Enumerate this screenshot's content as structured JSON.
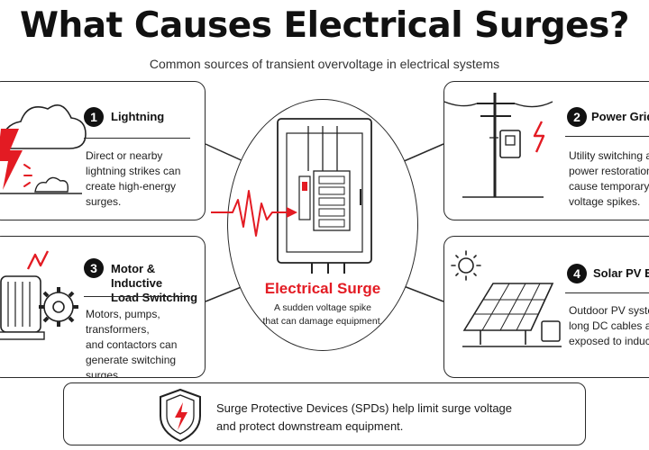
{
  "header": {
    "title": "What Causes Electrical Surges?",
    "subtitle": "Common sources of transient overvoltage in electrical systems"
  },
  "cards": [
    {
      "number": "1",
      "title": "Lightning",
      "description": "Direct or nearby\nlightning strikes can\ncreate high-energy surges.",
      "icon": "lightning-cloud-icon"
    },
    {
      "number": "2",
      "title": "Power Grid S",
      "description": "Utility switching a\npower restoration\ncause temporary\nvoltage spikes.",
      "icon": "utility-pole-icon"
    },
    {
      "number": "3",
      "title": "Motor & Inductive\nLoad Switching",
      "description": "Motors, pumps, transformers,\nand contactors can\ngenerate switching surges.",
      "icon": "motor-gear-icon"
    },
    {
      "number": "4",
      "title": "Solar PV Ex",
      "description": "Outdoor PV syster\nlong DC cables an\nexposed to induce",
      "icon": "solar-panel-icon"
    }
  ],
  "center": {
    "title": "Electrical Surge",
    "description": "A sudden voltage spike\nthat can damage equipment.",
    "icon": "electrical-panel-icon"
  },
  "footer": {
    "text": "Surge Protective Devices (SPDs) help limit surge voltage\nand protect downstream equipment.",
    "icon": "shield-lightning-icon"
  },
  "colors": {
    "accent": "#e31b23",
    "ink": "#1a1a1a",
    "background": "#ffffff"
  }
}
